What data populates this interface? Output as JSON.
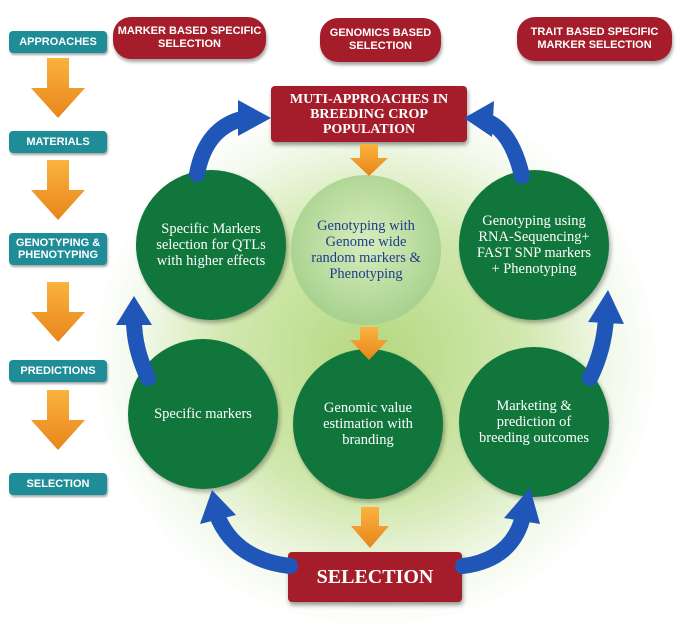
{
  "steps": {
    "approaches": "APPROACHES",
    "materials": "MATERIALS",
    "genotyping_phenotyping": "GENOTYPING & PHENOTYPING",
    "predictions": "PREDICTIONS",
    "selection": "SELECTION"
  },
  "headers": {
    "marker_based": "MARKER BASED SPECIFIC SELECTION",
    "genomics_based": "GENOMICS BASED SELECTION",
    "trait_based": "TRAIT BASED SPECIFIC MARKER SELECTION"
  },
  "center_top": "MUTI-APPROACHES IN BREEDING CROP POPULATION",
  "circles": {
    "top_left": "Specific Markers selection for QTLs with higher effects",
    "top_center": "Genotyping with Genome wide random markers & Phenotyping",
    "top_right": "Genotyping using RNA-Sequencing+ FAST SNP markers + Phenotyping",
    "bottom_left": "Specific markers",
    "bottom_center": "Genomic value estimation with branding",
    "bottom_right": "Marketing & prediction of breeding outcomes"
  },
  "center_bottom": "SELECTION",
  "colors": {
    "teal": "#1f8d97",
    "dark_red": "#a51d2a",
    "dark_green": "#11763c",
    "orange": "#f29a1d",
    "blue_arrow": "#1f56b8"
  }
}
